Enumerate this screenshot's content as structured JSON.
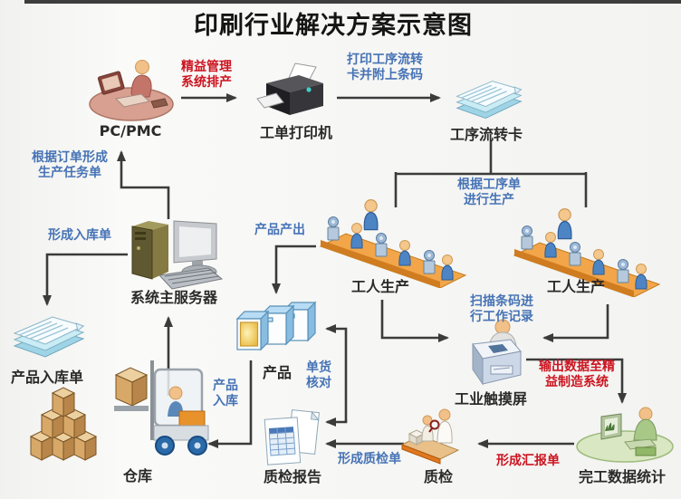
{
  "title": "印刷行业解决方案示意图",
  "colors": {
    "blue_label": "#4673b5",
    "red_label": "#cc1420",
    "connector": "#3b3b3b",
    "background": "#f6f6f4"
  },
  "nodes": [
    {
      "id": "pc-pmc",
      "label": "PC/PMC"
    },
    {
      "id": "printer",
      "label": "工单打印机"
    },
    {
      "id": "process-cards",
      "label": "工序流转卡"
    },
    {
      "id": "server",
      "label": "系统主服务器"
    },
    {
      "id": "inbound-doc",
      "label": "产品入库单"
    },
    {
      "id": "warehouse",
      "label": "仓库"
    },
    {
      "id": "workers-left",
      "label": "工人生产"
    },
    {
      "id": "workers-right",
      "label": "工人生产"
    },
    {
      "id": "products",
      "label": "产品"
    },
    {
      "id": "touchscreen",
      "label": "工业触摸屏"
    },
    {
      "id": "qc-report",
      "label": "质检报告"
    },
    {
      "id": "qc",
      "label": "质检"
    },
    {
      "id": "completion-stats",
      "label": "完工数据统计"
    }
  ],
  "flow_labels": [
    {
      "id": "lean-schedule",
      "text": "精益管理\n系统排产",
      "color": "red"
    },
    {
      "id": "print-transfer-cards",
      "text": "打印工序流转\n卡并附上条码",
      "color": "blue"
    },
    {
      "id": "order-to-task",
      "text": "根据订单形成\n生产任务单",
      "color": "blue"
    },
    {
      "id": "form-inbound-order",
      "text": "形成入库单",
      "color": "blue"
    },
    {
      "id": "produce-per-worksheet",
      "text": "根据工序单\n进行生产",
      "color": "blue"
    },
    {
      "id": "product-output",
      "text": "产品产出",
      "color": "blue"
    },
    {
      "id": "scan-barcode-record",
      "text": "扫描条码进\n行工作记录",
      "color": "blue"
    },
    {
      "id": "output-to-lean",
      "text": "输出数据至精\n益制造系统",
      "color": "red"
    },
    {
      "id": "goods-check",
      "text": "单货\n核对",
      "color": "blue"
    },
    {
      "id": "product-inbound",
      "text": "产品\n入库",
      "color": "blue"
    },
    {
      "id": "form-qc-sheet",
      "text": "形成质检单",
      "color": "blue"
    },
    {
      "id": "form-report-sheet",
      "text": "形成汇报单",
      "color": "red"
    }
  ]
}
